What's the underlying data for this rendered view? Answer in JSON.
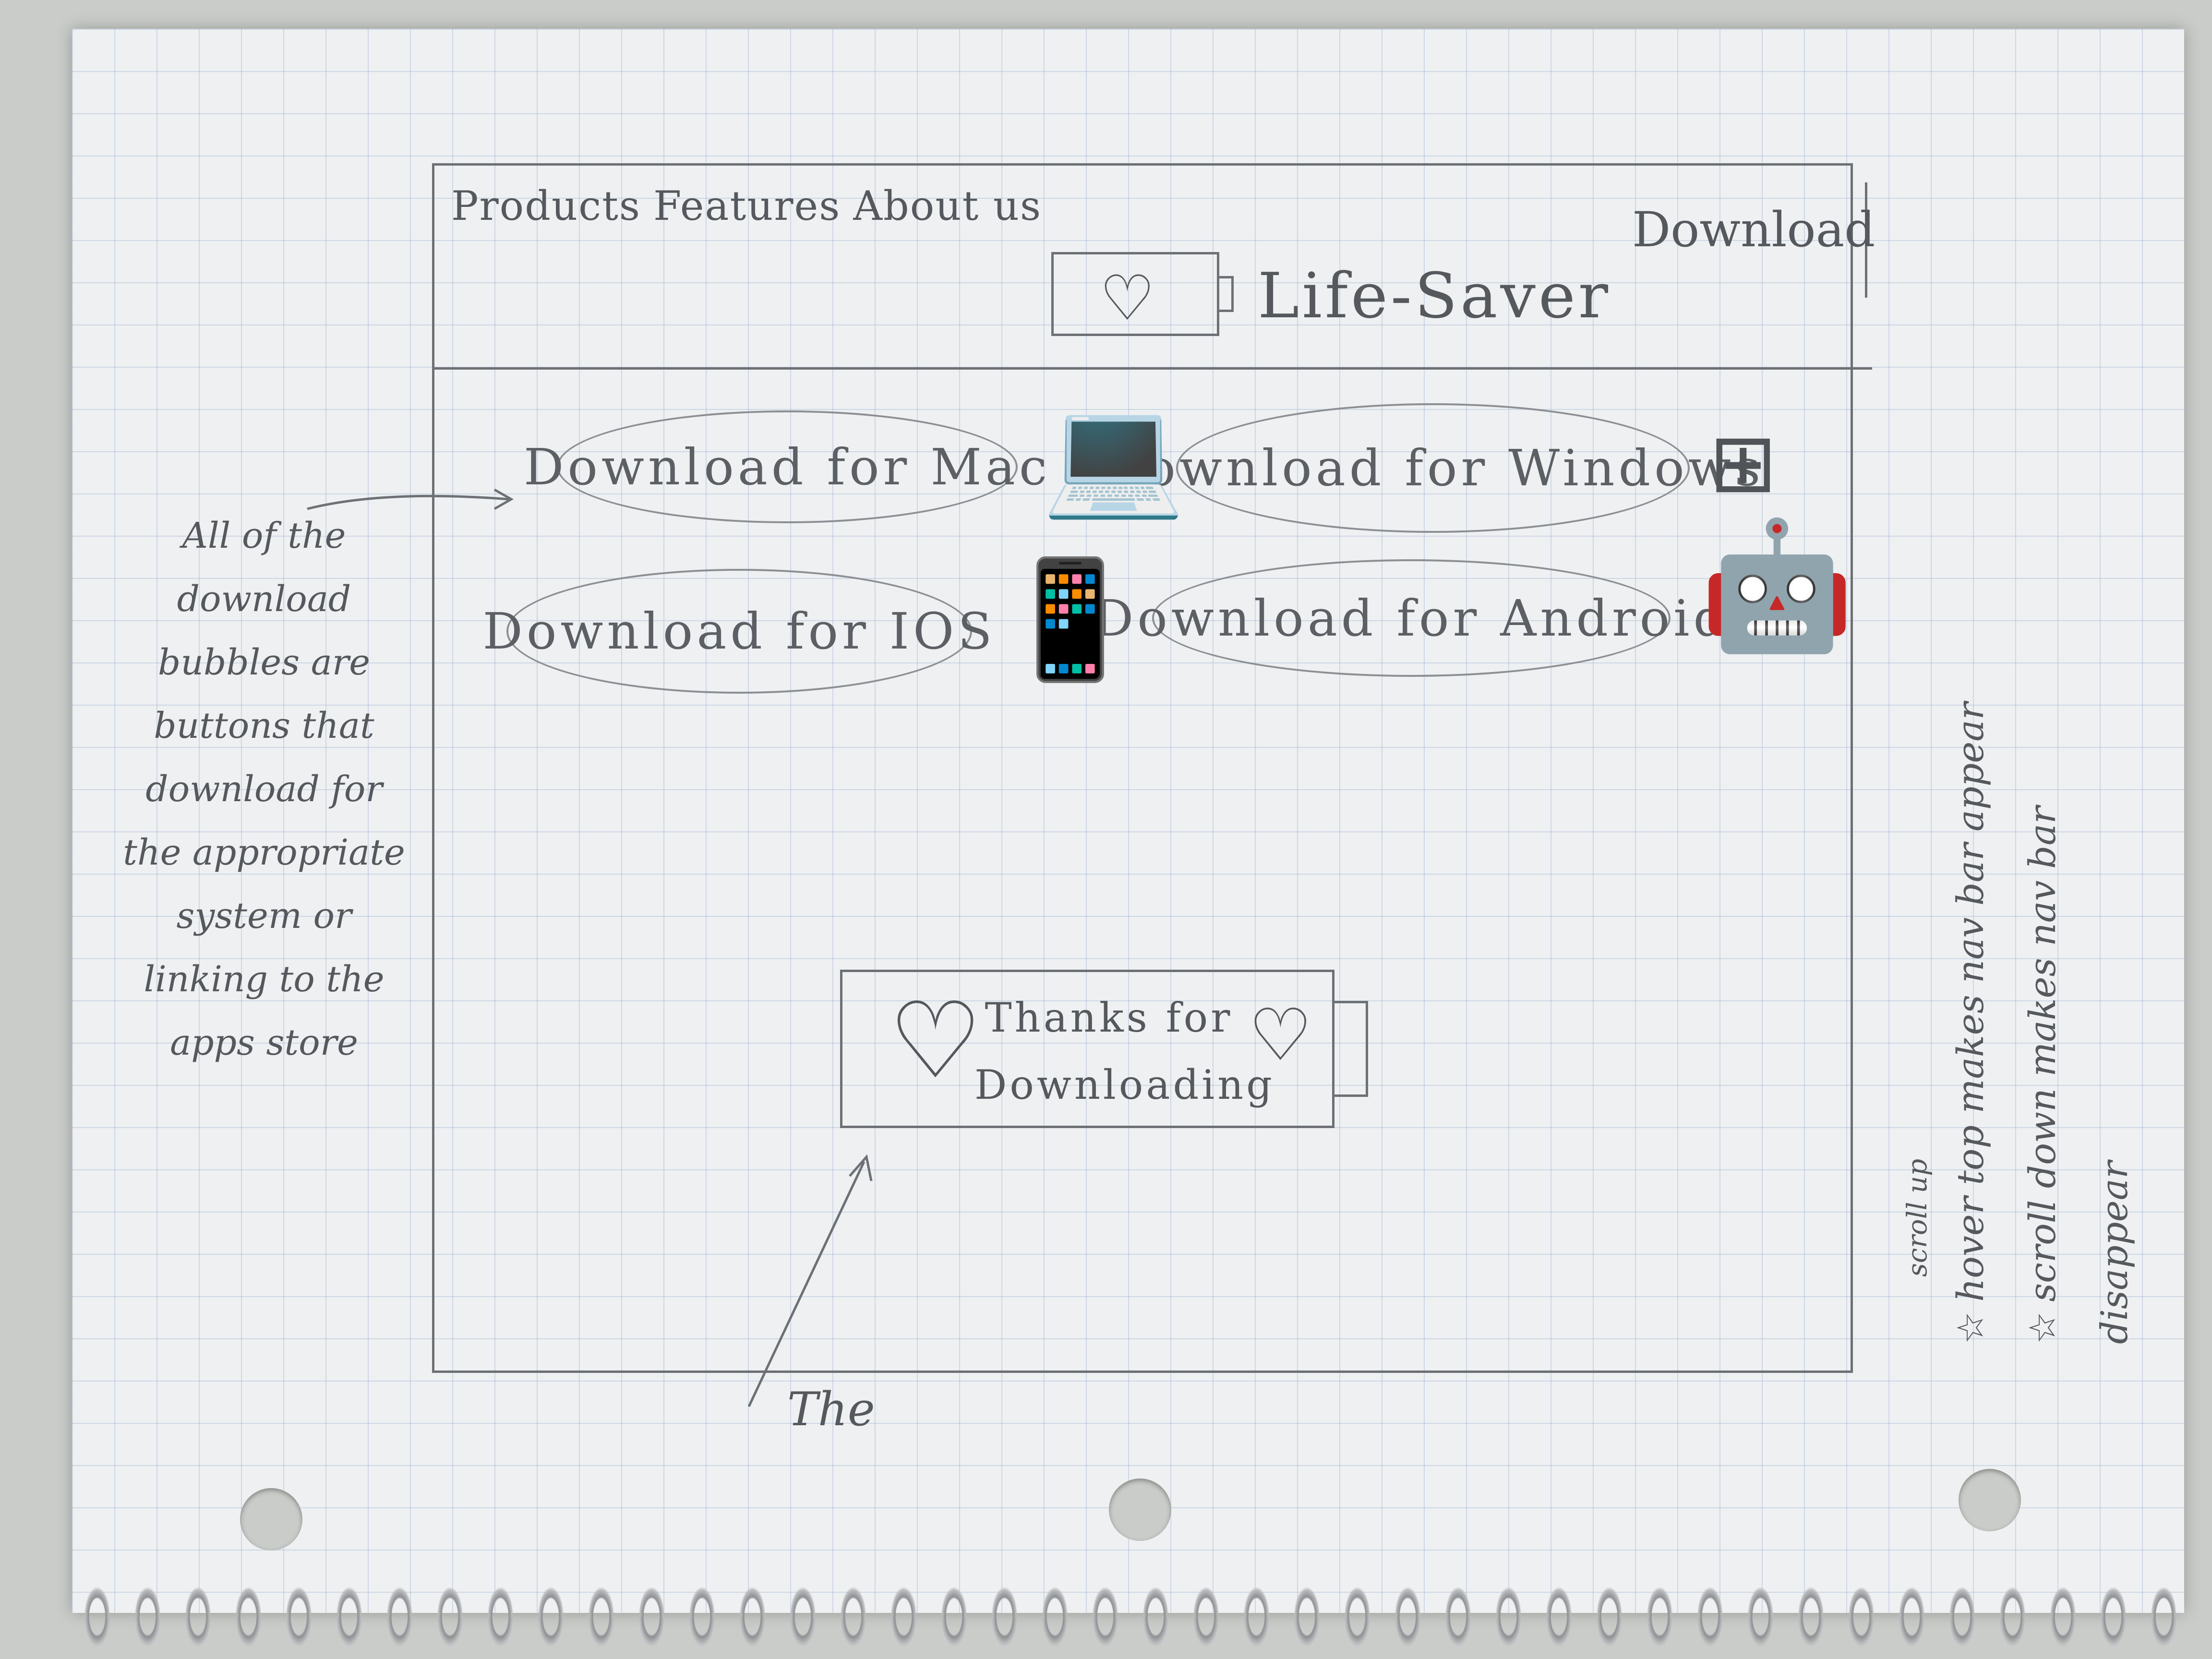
{
  "nav": {
    "links": [
      "Products",
      "Features",
      "About us"
    ],
    "download_label": "Download"
  },
  "brand": {
    "name": "Life-Saver",
    "logo_icon": "heart-icon"
  },
  "downloads": {
    "mac": "Download for Mac",
    "windows": "Download for Windows",
    "ios": "Download for IOS",
    "android": "Download for Android"
  },
  "icons": {
    "mac": "laptop-apple-icon",
    "windows": "windows-icon",
    "ios": "phone-apple-icon",
    "android": "android-icon"
  },
  "progress": {
    "line1": "Thanks for",
    "line2": "Downloading"
  },
  "annotations": {
    "left": "All of the download bubbles are buttons that download for the appropriate system or linking to the apps store",
    "right_1": "hover top makes nav bar appear",
    "right_1_insert": "scroll up",
    "right_2": "scroll down makes nav bar disappear",
    "bottom": "The"
  }
}
